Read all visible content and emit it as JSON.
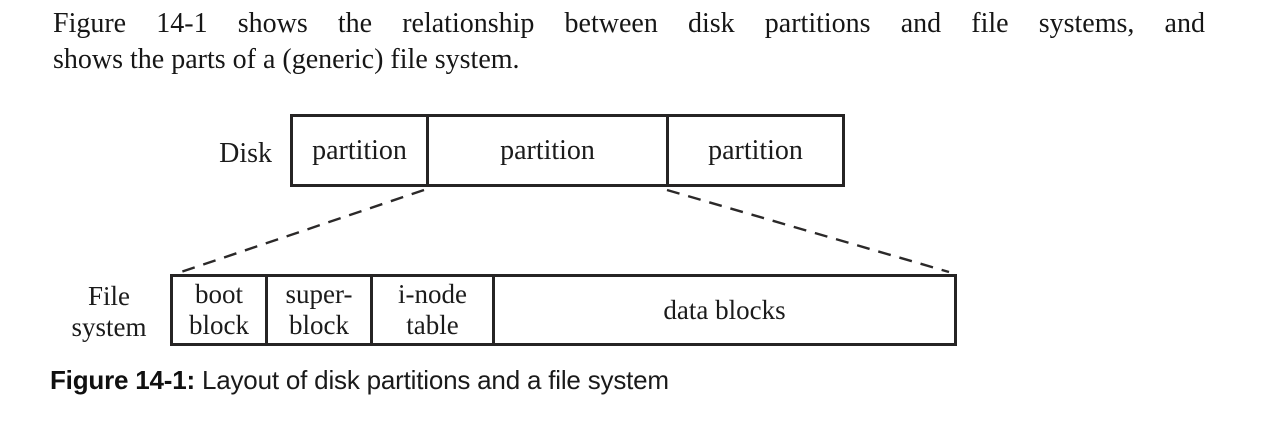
{
  "page": {
    "background_color": "#ffffff",
    "text_color": "#1b1b1b",
    "line_color": "#262424"
  },
  "paragraph": {
    "line1": "Figure 14-1 shows the relationship between disk partitions and file systems, and",
    "line2": "shows the parts of a (generic) file system."
  },
  "diagram": {
    "disk": {
      "label": "Disk",
      "partitions": [
        {
          "label": "partition"
        },
        {
          "label": "partition"
        },
        {
          "label": "partition"
        }
      ]
    },
    "file_system": {
      "label_line1": "File",
      "label_line2": "system",
      "cells": [
        {
          "line1": "boot",
          "line2": "block"
        },
        {
          "line1": "super-",
          "line2": "block"
        },
        {
          "line1": "i-node",
          "line2": "table"
        },
        {
          "line1": "data blocks",
          "line2": ""
        }
      ]
    }
  },
  "caption": {
    "label": "Figure 14-1:",
    "text": " Layout of disk partitions and a file system"
  }
}
